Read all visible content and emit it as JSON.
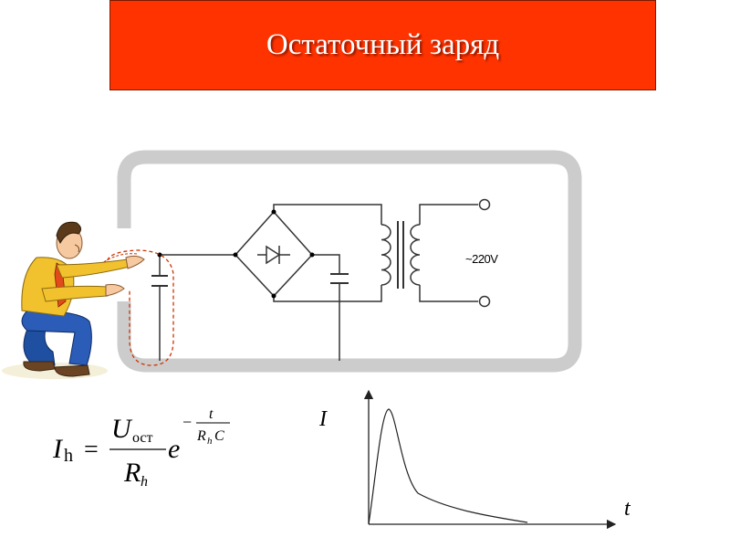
{
  "title": "Остаточный заряд",
  "colors": {
    "banner": "#ff3300",
    "frame": "#cccccc",
    "wire": "#333333",
    "dashed_loop": "#cc3300"
  },
  "circuit": {
    "voltage_label": "~220V"
  },
  "formula": {
    "lhs_symbol": "I",
    "lhs_subscript": "h",
    "equals": "=",
    "numerator_symbol": "U",
    "numerator_subscript": "ост",
    "denominator_symbol": "R",
    "denominator_subscript": "h",
    "exp_base": "e",
    "exp_sign": "−",
    "exp_numerator": "t",
    "exp_denominator_symbol": "R",
    "exp_denominator_subscript": "h",
    "exp_denominator_tail": "C"
  },
  "graph": {
    "y_label": "I",
    "x_label": "t"
  },
  "figure": {
    "icon": "person-crouching-touching-wire-icon"
  }
}
